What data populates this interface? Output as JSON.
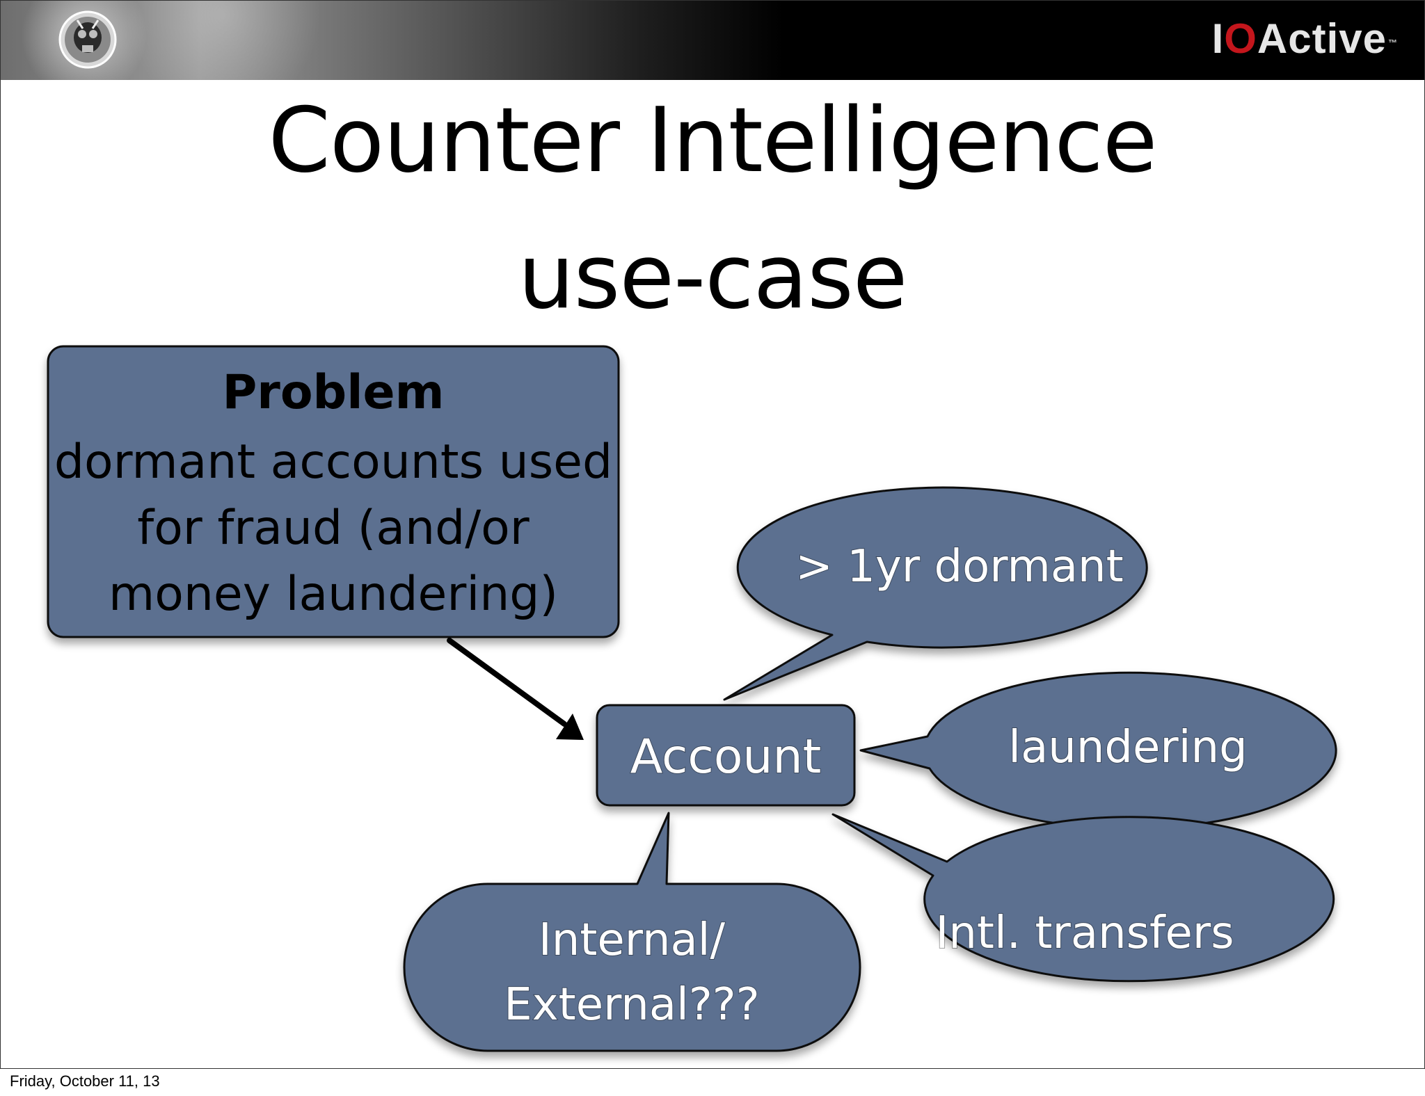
{
  "header": {
    "brand_prefix": "I",
    "brand_o": "O",
    "brand_suffix": "Active",
    "brand_tm": "™",
    "emblem_icon": "cyborg-skull-emblem-icon"
  },
  "title": {
    "line1": "Counter Intelligence",
    "line2": "use-case"
  },
  "problem_box": {
    "heading": "Problem",
    "lines": [
      "dormant accounts used",
      "for fraud (and/or",
      "money laundering)"
    ]
  },
  "account_node": {
    "label": "Account"
  },
  "callouts": {
    "dormant": "> 1yr dormant",
    "laundering": "laundering",
    "intl_transfers": "Intl. transfers",
    "internal_external_line1": "Internal/",
    "internal_external_line2": "External???"
  },
  "footer": {
    "date": "Friday, October 11, 13"
  },
  "colors": {
    "shape_fill": "#5b7090",
    "shape_stroke": "#111111",
    "logo_accent": "#c4161c"
  }
}
